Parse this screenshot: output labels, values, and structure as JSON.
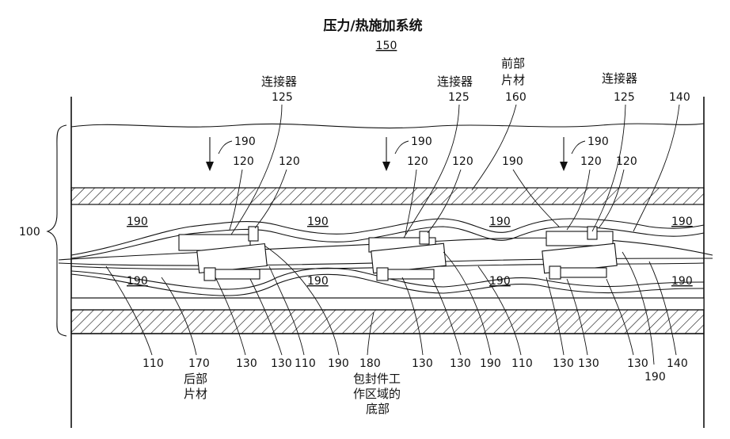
{
  "title": "压力/热施加系统",
  "title_ref": "150",
  "labels": {
    "connector_cn": "连接器",
    "connector_ref": "125",
    "front_sheet_cn_1": "前部",
    "front_sheet_cn_2": "片材",
    "front_sheet_ref": "160",
    "rear_sheet_cn_1": "后部",
    "rear_sheet_cn_2": "片材",
    "rear_sheet_ref": "170",
    "base_cn_1": "包封件工",
    "base_cn_2": "作区域的",
    "base_cn_3": "底部",
    "base_ref": "180",
    "assembly_ref": "100",
    "ref_140": "140",
    "ref_190": "190",
    "ref_120": "120",
    "ref_110": "110",
    "ref_130": "130"
  }
}
